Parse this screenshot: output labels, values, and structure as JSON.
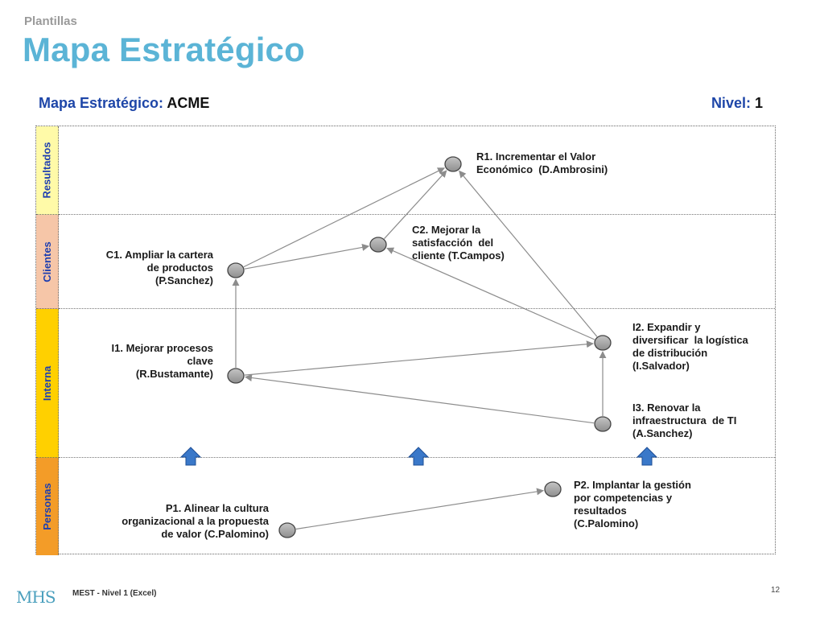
{
  "slide": {
    "supertitle": "Plantillas",
    "title": "Mapa Estratégico",
    "footer_logo": "MHS",
    "footer_text": "MEST - Nivel 1 (Excel)",
    "page_number": "12"
  },
  "map_header": {
    "map_label": "Mapa Estratégico:",
    "company": "ACME",
    "level_label": "Nivel:",
    "level": "1"
  },
  "perspectives": [
    {
      "label": "Resultados",
      "color": "#fffaa8"
    },
    {
      "label": "Clientes",
      "color": "#f6c6a8"
    },
    {
      "label": "Interna",
      "color": "#ffd000"
    },
    {
      "label": "Personas",
      "color": "#f39c28"
    }
  ],
  "objectives": [
    {
      "id": "R1",
      "text": "R1. Incrementar el Valor\nEconómico  (D.Ambrosini)"
    },
    {
      "id": "C1",
      "text": "C1. Ampliar la cartera\nde productos\n(P.Sanchez)"
    },
    {
      "id": "C2",
      "text": "C2. Mejorar la\nsatisfacción  del\ncliente (T.Campos)"
    },
    {
      "id": "I1",
      "text": "I1. Mejorar procesos\nclave\n(R.Bustamante)"
    },
    {
      "id": "I2",
      "text": "I2. Expandir y\ndiversificar  la logística\nde distribución\n(I.Salvador)"
    },
    {
      "id": "I3",
      "text": "I3. Renovar la\ninfraestructura  de TI\n(A.Sanchez)"
    },
    {
      "id": "P1",
      "text": "P1. Alinear la cultura\norganizacional a la propuesta\nde valor (C.Palomino)"
    },
    {
      "id": "P2",
      "text": "P2. Implantar la gestión\npor competencias y\nresultados\n(C.Palomino)"
    }
  ],
  "links": [
    {
      "from": "C1",
      "to": "R1"
    },
    {
      "from": "C1",
      "to": "C2"
    },
    {
      "from": "C2",
      "to": "R1"
    },
    {
      "from": "I2",
      "to": "R1"
    },
    {
      "from": "I2",
      "to": "C2"
    },
    {
      "from": "I1",
      "to": "C1"
    },
    {
      "from": "I1",
      "to": "I2"
    },
    {
      "from": "I3",
      "to": "I1"
    },
    {
      "from": "I3",
      "to": "I2"
    },
    {
      "from": "P1",
      "to": "P2"
    }
  ],
  "colors": {
    "node_fill": "#9e9e9e",
    "node_stroke": "#444444",
    "link": "#8c8c8c",
    "up_arrow": "#3a78c9"
  }
}
